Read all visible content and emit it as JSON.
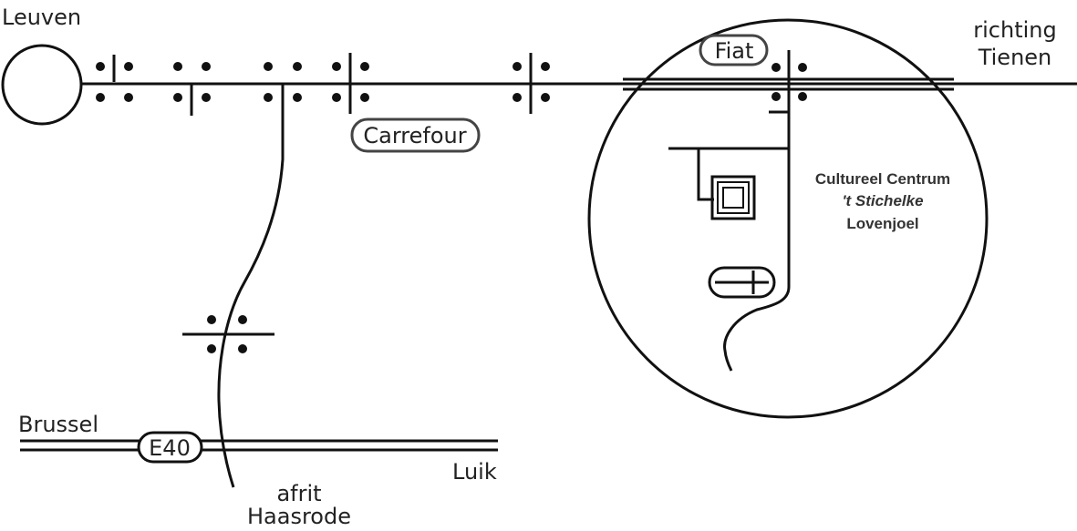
{
  "places": {
    "leuven": "Leuven",
    "tienen_line1": "richting",
    "tienen_line2": "Tienen",
    "brussel": "Brussel",
    "luik": "Luik",
    "afrit_line1": "afrit",
    "afrit_line2": "Haasrode"
  },
  "landmarks": {
    "carrefour": "Carrefour",
    "fiat": "Fiat",
    "e40": "E40"
  },
  "destination": {
    "line1": "Cultureel Centrum",
    "line2": "'t Stichelke",
    "line3": "Lovenjoel"
  },
  "colors": {
    "ink": "#111111",
    "label_text": "#222222",
    "destination_text": "#333333",
    "background": "#ffffff"
  },
  "icons": {
    "roundabout": "roundabout-icon",
    "traffic_light": "traffic-light-icon",
    "building": "cultural-centre-building-icon",
    "parking_entrance": "entrance-marker-icon"
  }
}
